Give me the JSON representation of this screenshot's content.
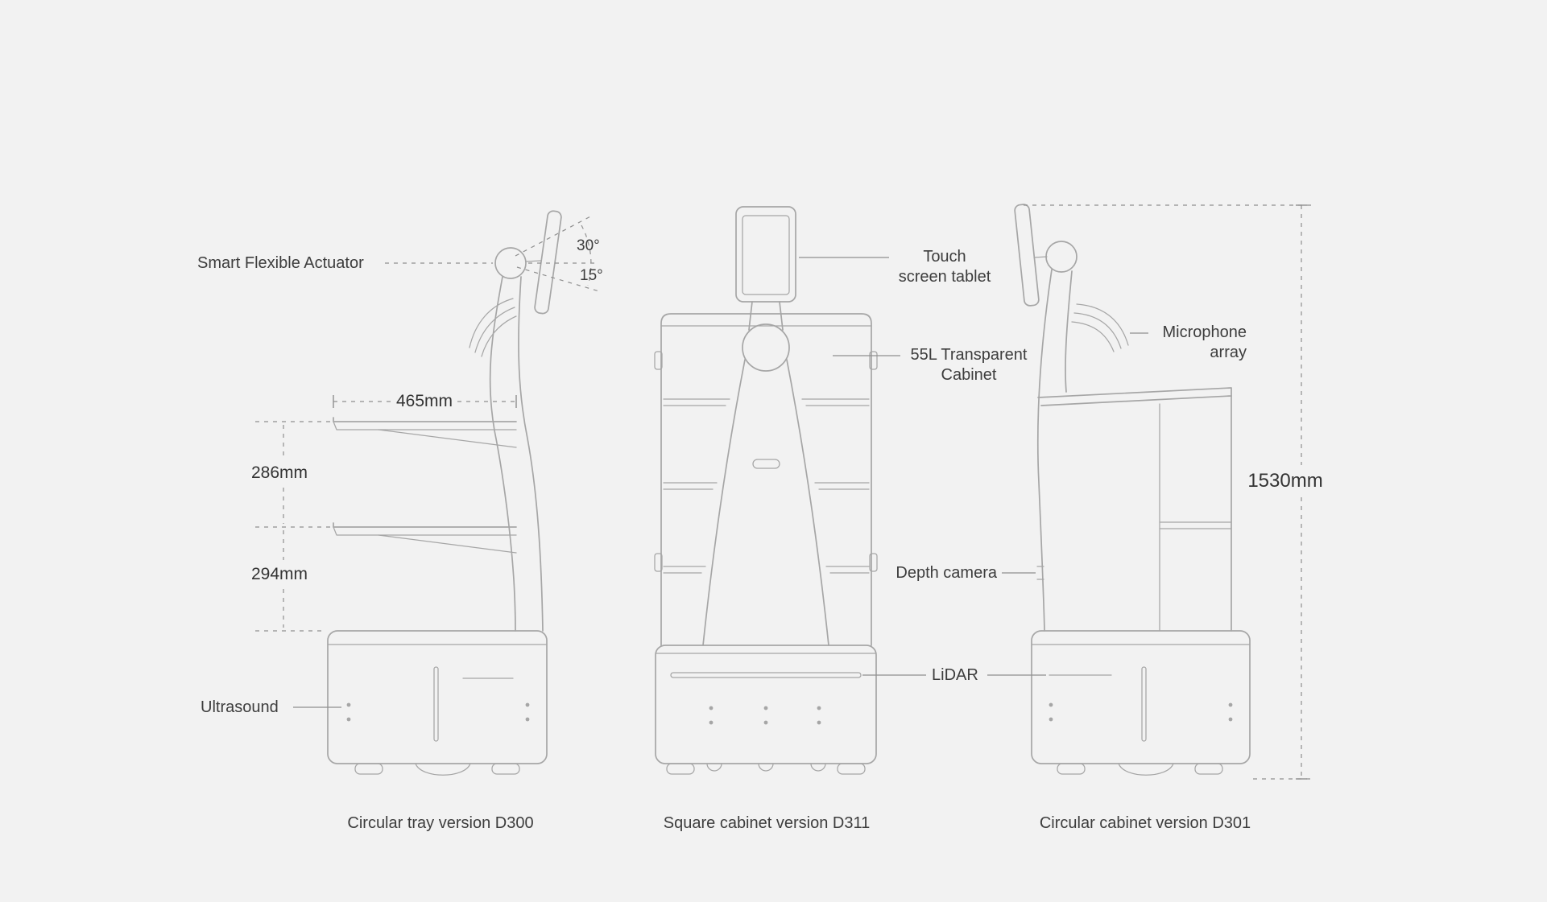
{
  "theme": {
    "bg": "#f2f2f2",
    "line": "#a6a6a6",
    "line_dark": "#8f8f8f",
    "text": "#3d3d3d",
    "dim_text": "#333333"
  },
  "diagram": {
    "robots": [
      {
        "model": "D300",
        "caption": "Circular tray version D300",
        "annotations": {
          "actuator": "Smart Flexible Actuator",
          "tilt_up": "30°",
          "tilt_down": "15°",
          "tray_width": "465mm",
          "upper_tray_spacing": "286mm",
          "lower_tray_spacing": "294mm",
          "ultrasound": "Ultrasound"
        }
      },
      {
        "model": "D311",
        "caption": "Square cabinet version D311",
        "annotations": {
          "tablet": [
            "Touch",
            "screen tablet"
          ],
          "cabinet": [
            "55L Transparent",
            "Cabinet"
          ],
          "lidar": "LiDAR"
        }
      },
      {
        "model": "D301",
        "caption": "Circular cabinet version D301",
        "annotations": {
          "microphone": [
            "Microphone",
            "array"
          ],
          "depth_camera": "Depth camera",
          "height": "1530mm"
        }
      }
    ]
  }
}
